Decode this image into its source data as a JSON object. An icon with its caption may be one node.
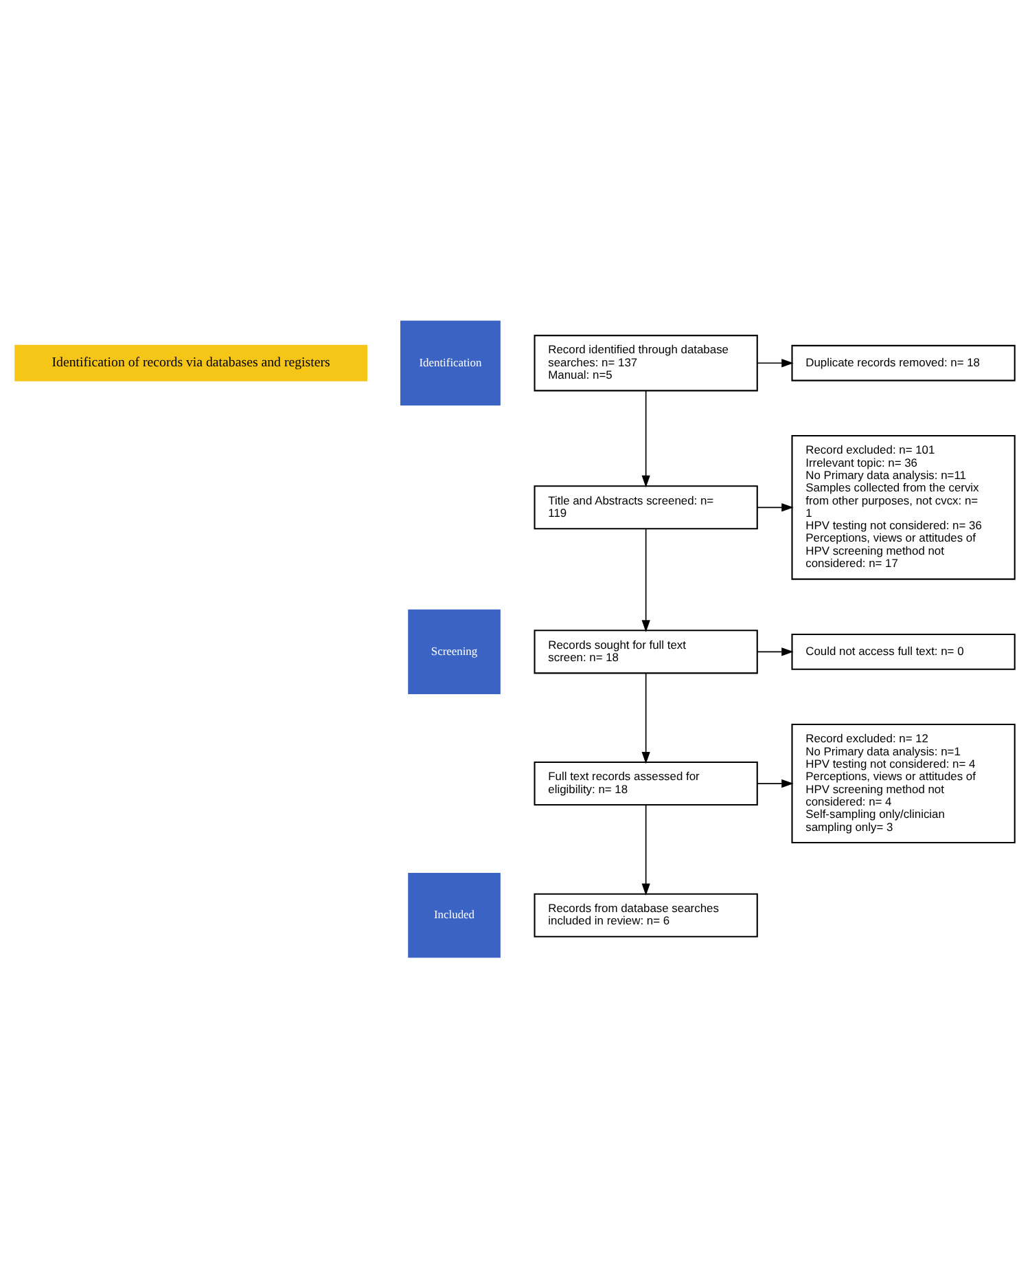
{
  "diagram": {
    "nodes": [
      {
        "text": [
          "Identification of records via databases and registers"
        ]
      },
      {
        "text": [
          "Identification"
        ]
      },
      {
        "text": [
          "Screening"
        ]
      },
      {
        "text": [
          "Included"
        ]
      },
      {
        "text": [
          "Record identified through database searches: n= 137",
          "Manual: n=5"
        ]
      },
      {
        "text": [
          "Duplicate records removed: n= 18"
        ]
      },
      {
        "text": [
          "Title and Abstracts screened: n= 119"
        ]
      },
      {
        "text": [
          "Record excluded: n= 101",
          "Irrelevant topic: n= 36",
          "No Primary data analysis: n=11",
          "Samples collected from the cervix from other purposes, not cvcx: n= 1",
          "HPV testing not considered: n= 36",
          "Perceptions, views or attitudes of HPV screening method not considered: n= 17"
        ]
      },
      {
        "text": [
          "Records sought for full text screen: n= 18"
        ]
      },
      {
        "text": [
          "Could not access full text: n= 0"
        ]
      },
      {
        "text": [
          "Full text records assessed for eligibility: n= 18"
        ]
      },
      {
        "text": [
          "Record excluded: n= 12",
          "No Primary data analysis: n=1",
          "HPV testing not considered: n= 4",
          "Perceptions, views or attitudes of HPV screening method not considered: n= 4",
          "Self-sampling only/clinician sampling only= 3"
        ]
      },
      {
        "text": [
          "Records from database searches included in review: n= 6"
        ]
      }
    ],
    "edges": [
      {
        "from": 4,
        "to": 5,
        "arrow": "to"
      },
      {
        "from": 4,
        "to": 6,
        "arrow": "to"
      },
      {
        "from": 6,
        "to": 7,
        "arrow": "to"
      },
      {
        "from": 6,
        "to": 8,
        "arrow": "to"
      },
      {
        "from": 8,
        "to": 9,
        "arrow": "to"
      },
      {
        "from": 8,
        "to": 10,
        "arrow": "to"
      },
      {
        "from": 10,
        "to": 11,
        "arrow": "to"
      },
      {
        "from": 10,
        "to": 12,
        "arrow": "to"
      }
    ]
  }
}
